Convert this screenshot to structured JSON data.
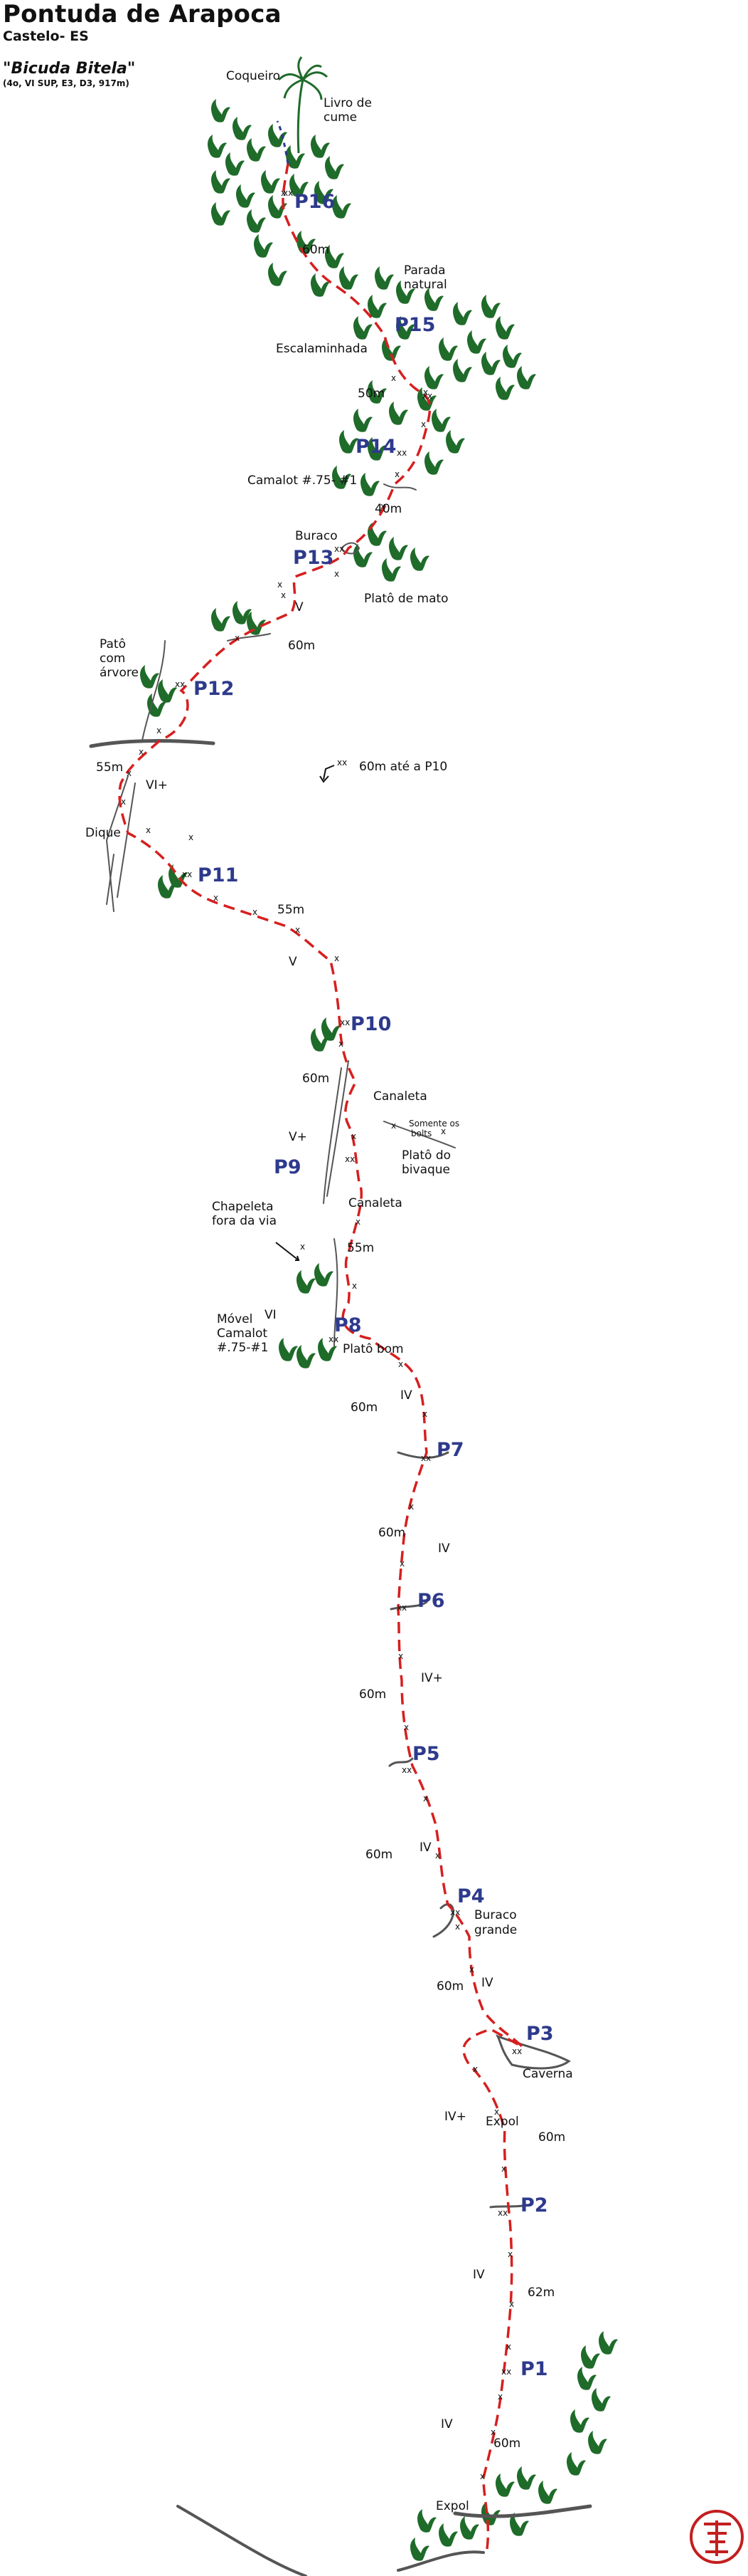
{
  "header": {
    "title": "Pontuda de Arapoca",
    "subtitle": "Castelo- ES",
    "route_name": "\"Bicuda Bitela\"",
    "route_info": "(4o, VI SUP, E3, D3, 917m)"
  },
  "belays": [
    "P1",
    "P2",
    "P3",
    "P4",
    "P5",
    "P6",
    "P7",
    "P8",
    "P9",
    "P10",
    "P11",
    "P12",
    "P13",
    "P14",
    "P15",
    "P16"
  ],
  "pitch_lengths": [
    "60m",
    "62m",
    "60m",
    "60m",
    "60m",
    "60m",
    "60m",
    "60m",
    "55m",
    "60m",
    "55m",
    "55m",
    "60m",
    "40m",
    "50m",
    "60m"
  ],
  "grades": [
    "IV",
    "IV",
    "IV+",
    "IV",
    "IV",
    "IV+",
    "IV",
    "IV",
    "VI",
    "V+",
    "V",
    "VI+",
    "V"
  ],
  "labels": {
    "coqueiro": "Coqueiro",
    "livro_l1": "Livro de",
    "livro_l2": "cume",
    "parada_l1": "Parada",
    "parada_l2": "natural",
    "escalaminhada": "Escalaminhada",
    "camalot": "Camalot #.75- #1",
    "buraco": "Buraco",
    "plato_mato": "Platô de mato",
    "plato_arvore_l1": "Patô",
    "plato_arvore_l2": "com",
    "plato_arvore_l3": "árvore",
    "sixty_to_p10": "60m até a P10",
    "dique": "Dique",
    "canaleta_1": "Canaleta",
    "canaleta_2": "Canaleta",
    "somente_l1": "Somente os",
    "somente_l2": "bolts",
    "plato_bivaque_l1": "Platô do",
    "plato_bivaque_l2": "bivaque",
    "chapeleta_l1": "Chapeleta",
    "chapeleta_l2": "fora da via",
    "movel_l1": "Móvel",
    "movel_l2": "Camalot",
    "movel_l3": "#.75-#1",
    "plato_bom": "Platô bom",
    "buraco_grande_l1": "Buraco",
    "buraco_grande_l2": "grande",
    "caverna": "Caverna",
    "expol_1": "Expol",
    "expol_2": "Expol",
    "bolt_mark": "x",
    "double_bolt": "xx"
  },
  "colors": {
    "route": "#d61f1f",
    "belay_text": "#2d3a8c",
    "vegetation": "#1f6b2a",
    "rock": "#555555"
  }
}
